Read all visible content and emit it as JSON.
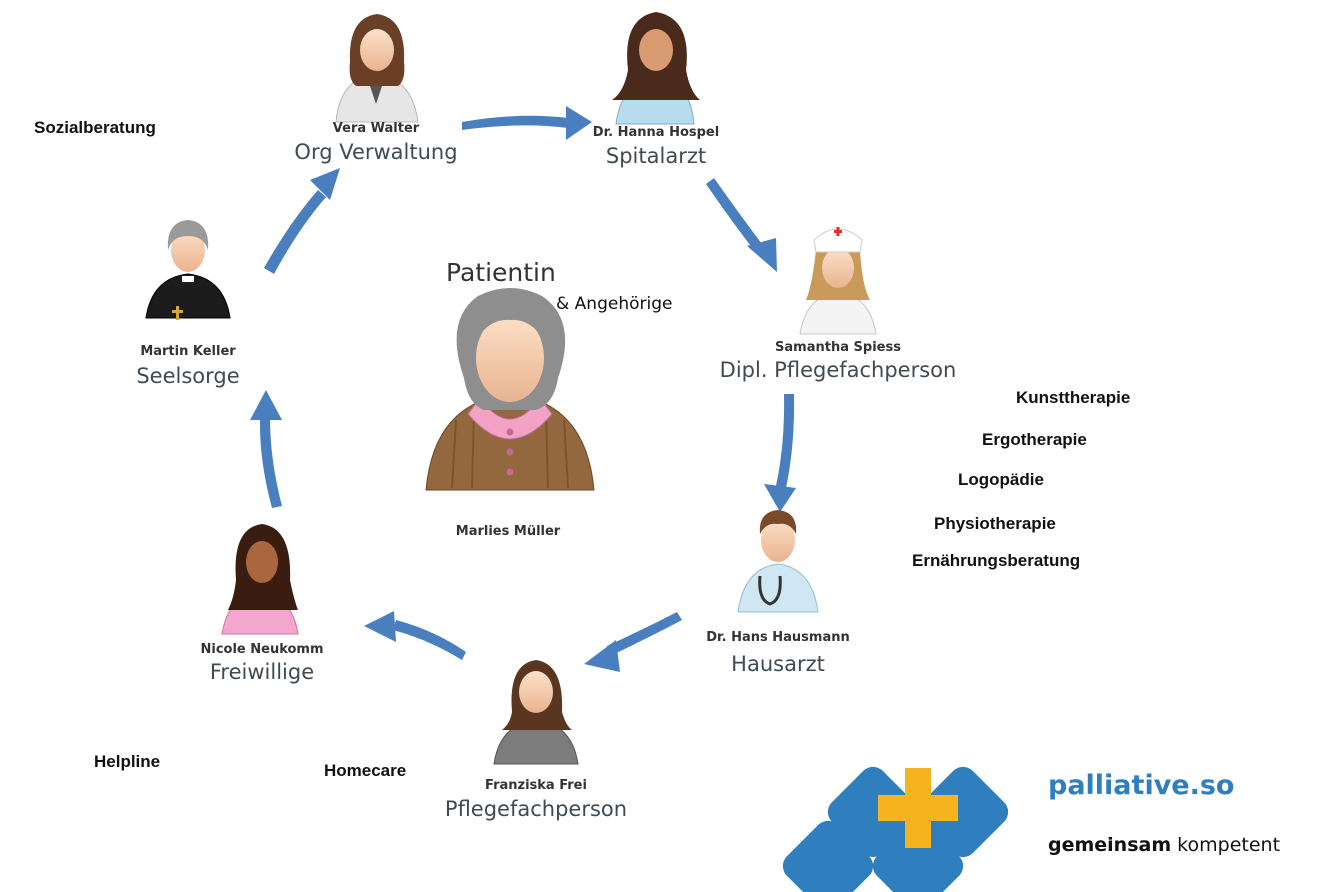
{
  "center": {
    "title": "Patientin",
    "subtitle": "& Angehörige",
    "name": "Marlies Müller"
  },
  "people": [
    {
      "name": "Vera Walter",
      "role": "Org Verwaltung"
    },
    {
      "name": "Dr. Hanna Hospel",
      "role": "Spitalarzt"
    },
    {
      "name": "Samantha Spiess",
      "role": "Dipl. Pflegefachperson"
    },
    {
      "name": "Dr. Hans Hausmann",
      "role": "Hausarzt"
    },
    {
      "name": "Franziska Frei",
      "role": "Pflegefachperson"
    },
    {
      "name": "Nicole Neukomm",
      "role": "Freiwillige"
    },
    {
      "name": "Martin Keller",
      "role": "Seelsorge"
    }
  ],
  "side_labels": {
    "sozialberatung": "Sozialberatung",
    "kunsttherapie": "Kunsttherapie",
    "ergotherapie": "Ergotherapie",
    "logopaedie": "Logopädie",
    "physiotherapie": "Physiotherapie",
    "ernaehrungsberatung": "Ernährungsberatung",
    "helpline": "Helpline",
    "homecare": "Homecare"
  },
  "logo": {
    "brand": "palliative.so",
    "tagline_bold": "gemeinsam",
    "tagline_rest": " kompetent"
  },
  "colors": {
    "arrow": "#4a7fbf",
    "brand_blue": "#2f7fbf",
    "brand_yellow": "#f5b41f"
  }
}
